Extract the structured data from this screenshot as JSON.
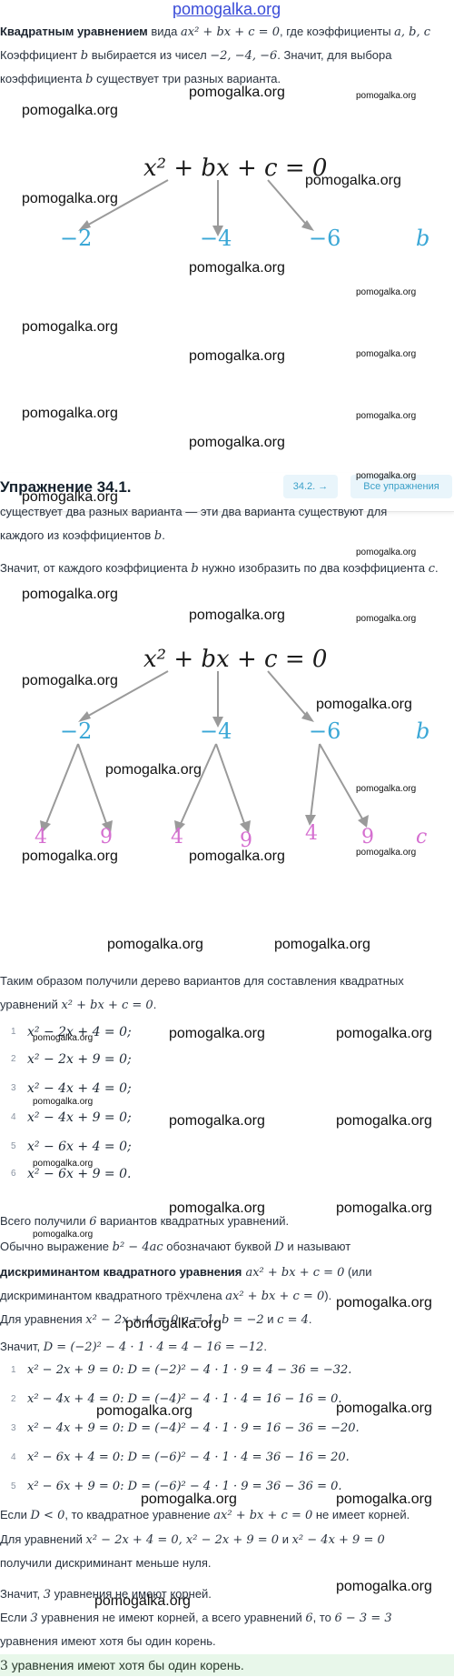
{
  "site": "pomogalka.org",
  "watermark": "pomogalka.org",
  "intro": {
    "bold": "Квадратным уравнением",
    "t1": " вида ",
    "eq": "ax² + bx + c = 0",
    "t2": ", где коэффициенты ",
    "coefs": "a, b, c",
    "line2a": "Коэффициент ",
    "b": "b",
    "line2b": " выбирается из чисел ",
    "nums": "−2, −4, −6",
    "line2c": ". Значит, для выбора",
    "line3a": "коэффициента ",
    "line3b": " существует три разных варианта."
  },
  "tree": {
    "formula": "x² + bx + c = 0",
    "b_values": [
      "−2",
      "−4",
      "−6"
    ],
    "b_label": "b",
    "c_values": [
      "4",
      "9",
      "4",
      "9",
      "4",
      "9"
    ],
    "c_label": "c"
  },
  "exercise": {
    "title": "Упражнение 34.1.",
    "next": "34.2. →",
    "all": "Все упражнения"
  },
  "mid": {
    "l1": "существует два разных варианта — эти два варианта существуют для",
    "l2a": "каждого из коэффициентов ",
    "l2b": "b",
    "l2c": ".",
    "l3a": "Значит, от каждого коэффициента ",
    "l3b": "b",
    "l3c": " нужно изобразить по два коэффициента ",
    "l3d": "c",
    "l3e": "."
  },
  "after_tree": {
    "l1": "Таким образом получили дерево вариантов для составления квадратных",
    "l2a": "уравнений ",
    "l2b": "x² + bx + c = 0",
    "l2c": "."
  },
  "equations": [
    {
      "n": "1",
      "eq": "x² − 2x + 4 = 0;"
    },
    {
      "n": "2",
      "eq": "x² − 2x + 9 = 0;"
    },
    {
      "n": "3",
      "eq": "x² − 4x + 4 = 0;"
    },
    {
      "n": "4",
      "eq": "x² − 4x + 9 = 0;"
    },
    {
      "n": "5",
      "eq": "x² − 6x + 4 = 0;"
    },
    {
      "n": "6",
      "eq": "x² − 6x + 9 = 0."
    }
  ],
  "disc": {
    "l1a": "Всего получили ",
    "l1b": "6",
    "l1c": " вариантов квадратных уравнений.",
    "l2a": "Обычно выражение ",
    "l2b": "b² − 4ac",
    "l2c": " обозначают буквой ",
    "l2d": "D",
    "l2e": " и называют",
    "l3bold": "дискриминантом квадратного уравнения",
    "l3b": " ax² + bx + c = 0",
    "l3c": " (или",
    "l4a": "дискриминантом квадратного трёхчлена ",
    "l4b": "ax² + bx + c = 0",
    "l4c": ").",
    "l5a": "Для уравнения ",
    "l5b": "x² − 2x + 4 = 0 a = 1, b = −2",
    "l5c": " и ",
    "l5d": "c = 4",
    "l5e": ".",
    "l6a": "Значит, ",
    "l6b": "D = (−2)² − 4 · 1 · 4 = 4 − 16 = −12",
    "l6c": "."
  },
  "calcs": [
    {
      "n": "1",
      "eq": "x² − 2x + 9 = 0: D = (−2)² − 4 · 1 · 9 = 4 − 36 = −32."
    },
    {
      "n": "2",
      "eq": "x² − 4x + 4 = 0: D = (−4)² − 4 · 1 · 4 = 16 − 16 = 0."
    },
    {
      "n": "3",
      "eq": "x² − 4x + 9 = 0: D = (−4)² − 4 · 1 · 9 = 16 − 36 = −20."
    },
    {
      "n": "4",
      "eq": "x² − 6x + 4 = 0: D = (−6)² − 4 · 1 · 4 = 36 − 16 = 20."
    },
    {
      "n": "5",
      "eq": "x² − 6x + 9 = 0: D = (−6)² − 4 · 1 · 9 = 36 − 36 = 0."
    }
  ],
  "concl": {
    "l1a": "Если ",
    "l1b": "D < 0",
    "l1c": ", то квадратное уравнение ",
    "l1d": "ax² + bx + c = 0",
    "l1e": " не имеет корней.",
    "l2a": "Для уравнений ",
    "l2b": "x² − 2x + 4 = 0, x² − 2x + 9 = 0",
    "l2c": " и ",
    "l2d": "x² − 4x + 9 = 0",
    "l3": "получили дискриминант меньше нуля.",
    "l4a": "Значит, ",
    "l4b": "3",
    "l4c": " уравнения не имеют корней.",
    "l5a": "Если ",
    "l5b": "3",
    "l5c": " уравнения не имеют корней, а всего уравнений ",
    "l5d": "6",
    "l5e": ", то ",
    "l5f": "6 − 3 = 3",
    "l6": "уравнения имеют хотя бы один корень.",
    "answer_a": "3",
    "answer_b": " уравнения имеют хотя бы один корень."
  }
}
